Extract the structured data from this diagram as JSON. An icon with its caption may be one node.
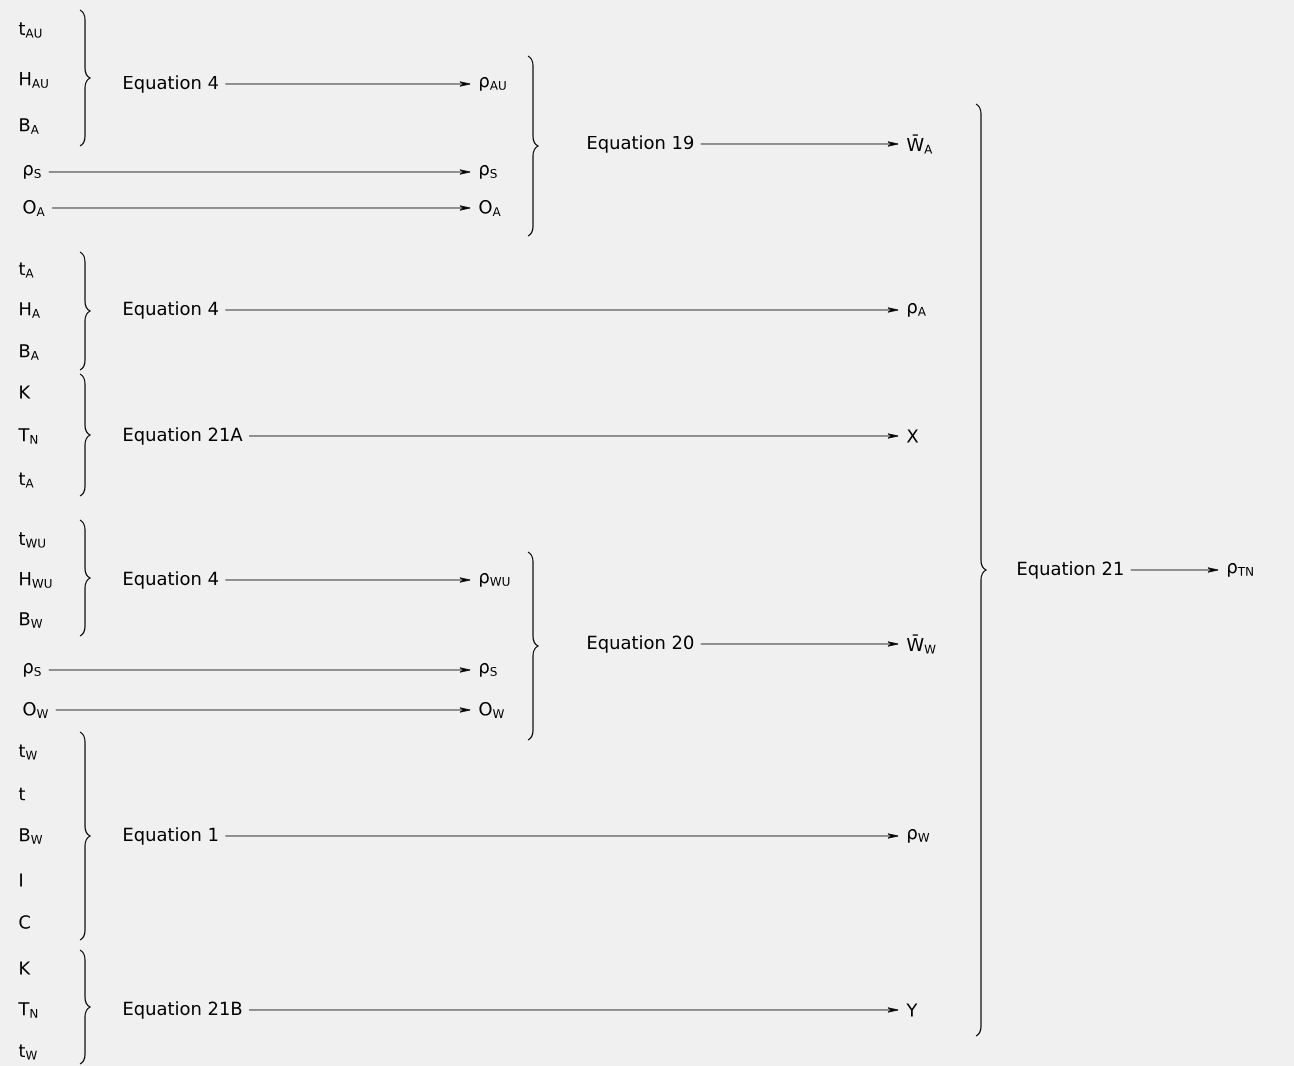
{
  "diagram": {
    "nodes": [
      {
        "text": [
          "Equation 4"
        ]
      },
      {
        "text": [
          "ρ$_{AU}$"
        ]
      },
      {
        "text": [
          "ρ$_{S}$"
        ]
      },
      {
        "text": [
          "ρ$_{S}$"
        ]
      },
      {
        "text": [
          "O$_{A}$"
        ]
      },
      {
        "text": [
          "O$_{A}$"
        ]
      },
      {
        "text": [
          "Equation 19"
        ]
      },
      {
        "text": [
          "W̄$_{A}$"
        ]
      },
      {
        "text": [
          "Equation 4"
        ]
      },
      {
        "text": [
          "ρ$_{A}$"
        ]
      },
      {
        "text": [
          "Equation 21A"
        ]
      },
      {
        "text": [
          "X"
        ]
      },
      {
        "text": [
          "Equation 4"
        ]
      },
      {
        "text": [
          "ρ$_{WU}$"
        ]
      },
      {
        "text": [
          "ρ$_{S}$"
        ]
      },
      {
        "text": [
          "ρ$_{S}$"
        ]
      },
      {
        "text": [
          "O$_{W}$"
        ]
      },
      {
        "text": [
          "O$_{W}$"
        ]
      },
      {
        "text": [
          "Equation 20"
        ]
      },
      {
        "text": [
          "W̄$_{W}$"
        ]
      },
      {
        "text": [
          "Equation 1"
        ]
      },
      {
        "text": [
          "ρ$_{W}$"
        ]
      },
      {
        "text": [
          "Equation 21B"
        ]
      },
      {
        "text": [
          "Y"
        ]
      },
      {
        "text": [
          "Equation 21"
        ]
      },
      {
        "text": [
          "ρ$_{TN}$"
        ]
      }
    ],
    "edges": [
      {
        "from": 0,
        "to": 1,
        "arrow": "to"
      },
      {
        "from": 2,
        "to": 3,
        "arrow": "to"
      },
      {
        "from": 4,
        "to": 5,
        "arrow": "to"
      },
      {
        "from": 6,
        "to": 7,
        "arrow": "to"
      },
      {
        "from": 8,
        "to": 9,
        "arrow": "to"
      },
      {
        "from": 10,
        "to": 11,
        "arrow": "to"
      },
      {
        "from": 12,
        "to": 13,
        "arrow": "to"
      },
      {
        "from": 14,
        "to": 15,
        "arrow": "to"
      },
      {
        "from": 16,
        "to": 17,
        "arrow": "to"
      },
      {
        "from": 18,
        "to": 19,
        "arrow": "to"
      },
      {
        "from": 20,
        "to": 21,
        "arrow": "to"
      },
      {
        "from": 22,
        "to": 23,
        "arrow": "to"
      },
      {
        "from": 24,
        "to": 25,
        "arrow": "to"
      }
    ],
    "labels": [
      "t$_{AU}$",
      "H$_{AU}$",
      "B$_{A}$",
      "t$_{A}$",
      "H$_{A}$",
      "B$_{A}$",
      "K",
      "T$_{N}$",
      "t$_{A}$",
      "t$_{WU}$",
      "H$_{WU}$",
      "B$_{W}$",
      "t$_{W}$",
      "t",
      "B$_{W}$",
      "I",
      "C",
      "K",
      "T$_{N}$",
      "t$_{W}$"
    ]
  }
}
